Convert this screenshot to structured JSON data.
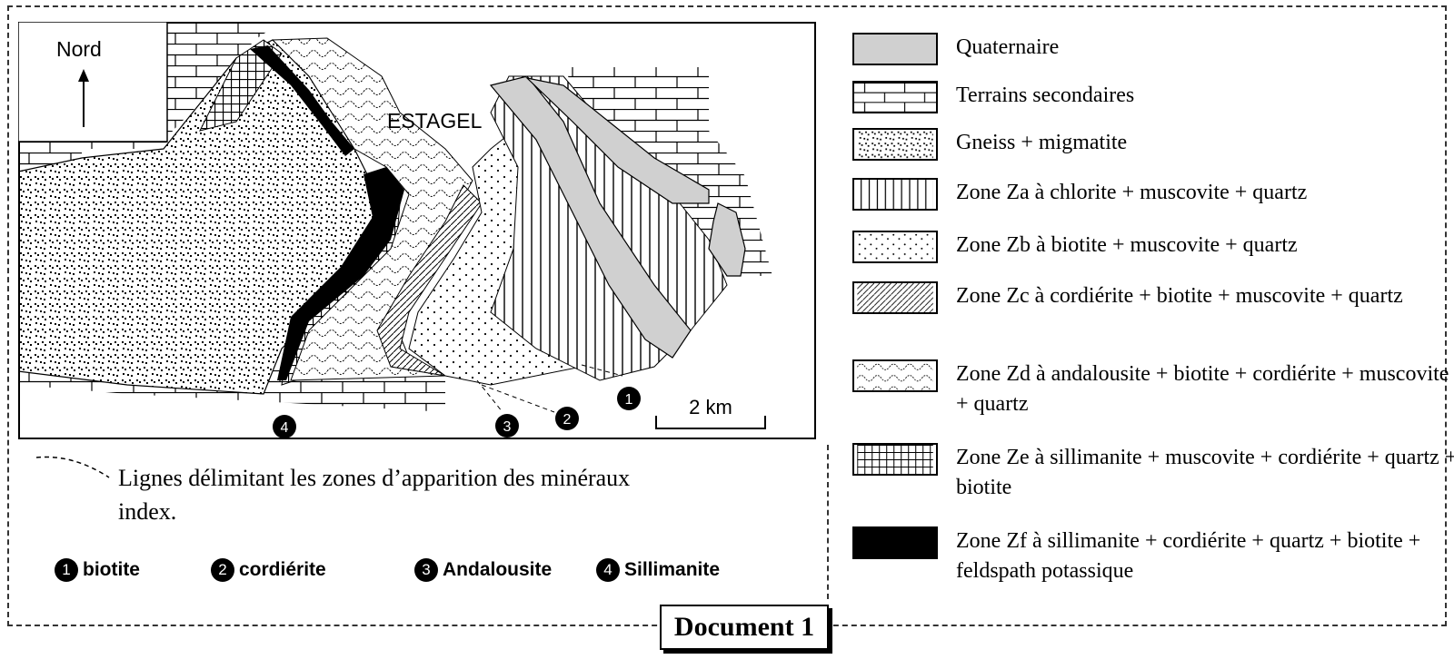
{
  "document_label": "Document 1",
  "map": {
    "north_label": "Nord",
    "town_label": "ESTAGEL",
    "scale_label": "2 km",
    "line_markers": [
      "1",
      "2",
      "3",
      "4"
    ]
  },
  "legend": [
    {
      "id": "quaternaire",
      "text": "Quaternaire"
    },
    {
      "id": "terrains-secondaires",
      "text": "Terrains secondaires"
    },
    {
      "id": "gneiss",
      "text": "Gneiss + migmatite"
    },
    {
      "id": "za",
      "text": "Zone Za à chlorite + muscovite + quartz"
    },
    {
      "id": "zb",
      "text": "Zone  Zb à biotite + muscovite + quartz"
    },
    {
      "id": "zc",
      "text": "Zone Zc à cordiérite + biotite + muscovite + quartz"
    },
    {
      "id": "zd",
      "text": "Zone Zd à andalousite + biotite + cordiérite + muscovite + quartz"
    },
    {
      "id": "ze",
      "text": "Zone Ze à sillimanite + muscovite + cordiérite + quartz + biotite"
    },
    {
      "id": "zf",
      "text": "Zone Zf à sillimanite + cordiérite + quartz + biotite + feldspath potassique"
    }
  ],
  "note": "Lignes délimitant les zones d’apparition  des minéraux index.",
  "index_minerals": [
    {
      "num": "1",
      "name": "biotite"
    },
    {
      "num": "2",
      "name": "cordiérite"
    },
    {
      "num": "3",
      "name": "Andalousite"
    },
    {
      "num": "4",
      "name": "Sillimanite"
    }
  ],
  "colors": {
    "quaternaire": "#d0d0d0",
    "zf": "#000000",
    "ink": "#000000"
  }
}
